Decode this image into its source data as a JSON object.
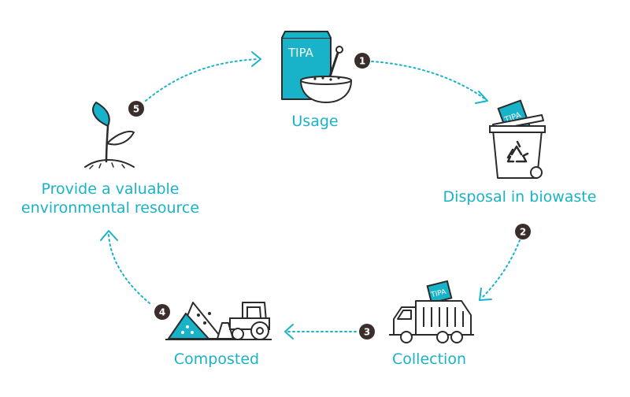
{
  "colors": {
    "accent": "#19b3c9",
    "ink": "#2b2b2b",
    "badge": "#3a2e2b"
  },
  "brand": "TIPA",
  "icons": [
    "bowl-and-package-icon",
    "compost-bin-icon",
    "recycle-icon",
    "garbage-truck-icon",
    "compost-pile-tractor-icon",
    "seedling-icon"
  ],
  "steps": [
    {
      "number": "1",
      "label": "Usage"
    },
    {
      "number": "2",
      "label": "Disposal in biowaste"
    },
    {
      "number": "3",
      "label": "Collection"
    },
    {
      "number": "4",
      "label": "Composted"
    },
    {
      "number": "5",
      "label_line1": "Provide a valuable",
      "label_line2": "environmental resource"
    }
  ]
}
